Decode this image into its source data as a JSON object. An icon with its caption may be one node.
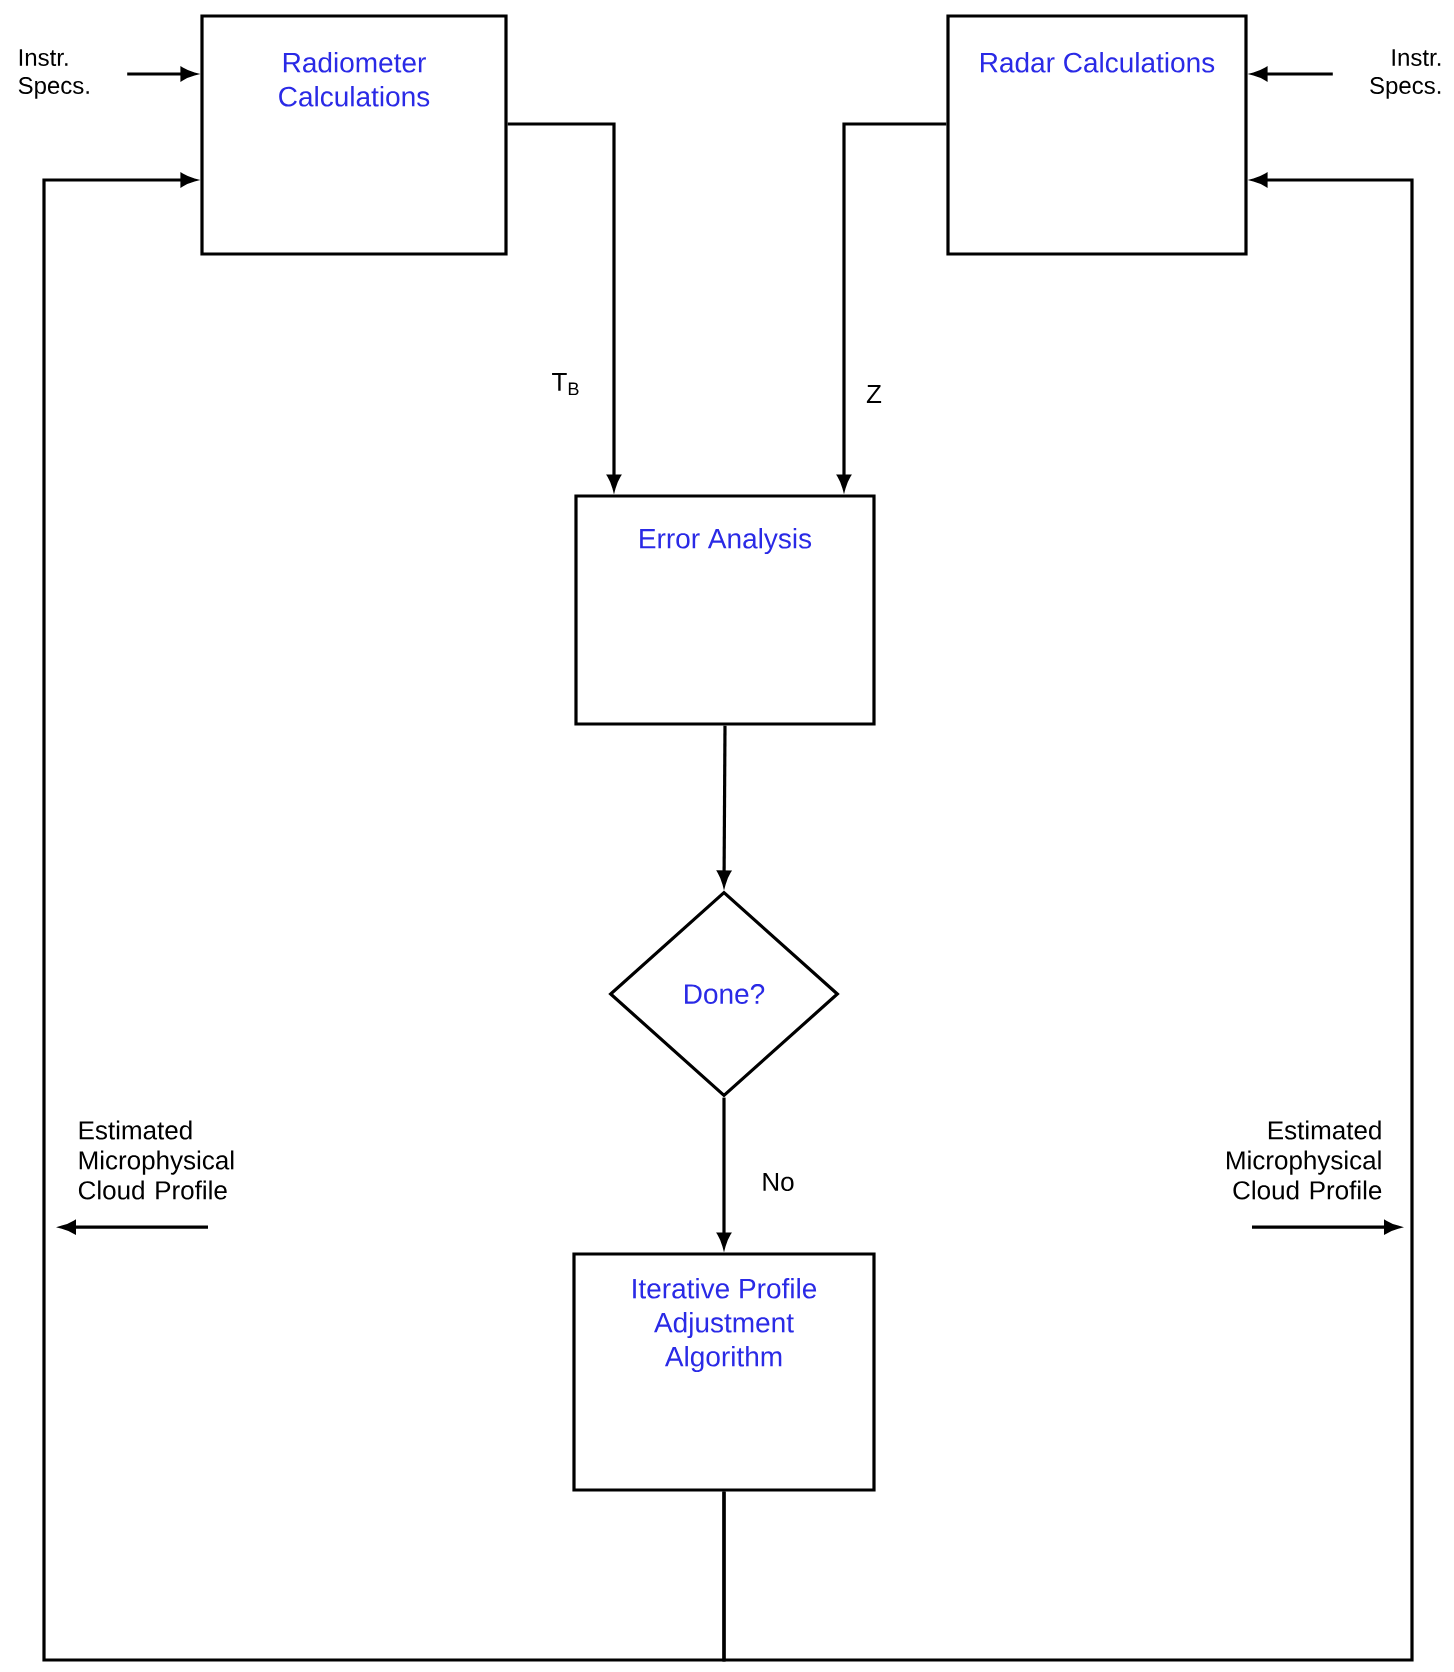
{
  "diagram": {
    "nodes": [
      {
        "text": [
          "Instr. Specs."
        ]
      },
      {
        "text": [
          "Radiometer Calculations"
        ]
      },
      {
        "text": [
          "Radar Calculations"
        ]
      },
      {
        "text": [
          "Instr. Specs."
        ]
      },
      {
        "text": [
          "Error Analysis"
        ]
      },
      {
        "text": [
          "Done?"
        ]
      },
      {
        "text": [
          "Estimated Microphysical Cloud Profile"
        ]
      },
      {
        "text": [
          "Estimated Microphysical Cloud Profile"
        ]
      },
      {
        "text": [
          "Iterative Profile Adjustment Algorithm"
        ]
      }
    ],
    "edges": [
      {
        "from": 0,
        "to": 1,
        "arrow": "to"
      },
      {
        "from": 3,
        "to": 2,
        "arrow": "to"
      },
      {
        "from": 1,
        "to": 4,
        "arrow": "to",
        "label": "T$_{B}$"
      },
      {
        "from": 2,
        "to": 4,
        "arrow": "to",
        "label": "Z"
      },
      {
        "from": 4,
        "to": 5,
        "arrow": "to"
      },
      {
        "from": 5,
        "to": 8,
        "arrow": "to",
        "label": "No"
      },
      {
        "from": 8,
        "to": 1,
        "arrow": "to"
      },
      {
        "from": 8,
        "to": 2,
        "arrow": "to"
      }
    ]
  }
}
